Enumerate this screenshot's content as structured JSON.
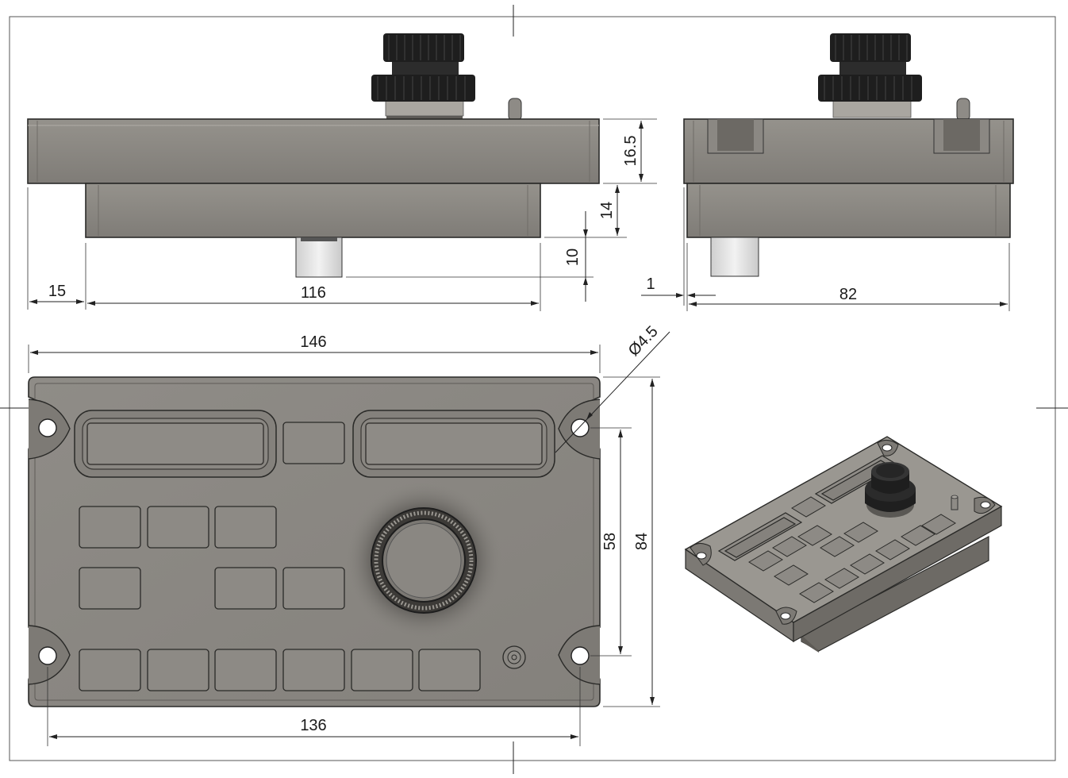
{
  "dimensions": {
    "side_margin": "15",
    "side_length": "116",
    "side_plate_height": "16.5",
    "side_body_height": "14",
    "side_connector_height": "10",
    "end_offset": "1",
    "end_width": "82",
    "top_overall_width": "146",
    "top_hole_diameter": "Ø4.5",
    "top_hole_pitch_vertical": "58",
    "top_overall_height": "84",
    "top_hole_pitch_horizontal": "136"
  },
  "colors": {
    "body": "#8a8782",
    "body_dark": "#6e6b66",
    "body_light": "#a29f99",
    "knob": "#1e1e1e",
    "connector": "#e4e4e4",
    "line": "#222222"
  },
  "views": [
    "side-view",
    "end-view",
    "top-view",
    "isometric-view"
  ]
}
